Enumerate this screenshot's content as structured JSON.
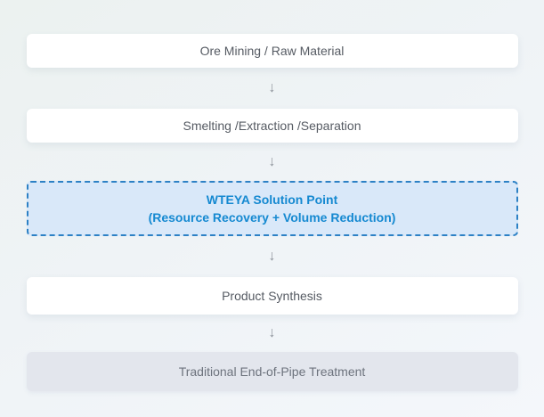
{
  "colors": {
    "accent-blue": "#1589d1",
    "highlight-fill": "#d9e8f9",
    "highlight-border": "#2d81c5",
    "box-text": "#565b63",
    "muted-text": "#6d737d",
    "arrow-gray": "#8d939b",
    "gray-fill": "#e3e6ed"
  },
  "flow": {
    "arrow_glyph": "↓",
    "steps": [
      {
        "label": "Ore Mining / Raw Material"
      },
      {
        "label": "Smelting /Extraction /Separation"
      },
      {
        "title": "WTEYA Solution Point",
        "subtitle": "(Resource Recovery + Volume Reduction)"
      },
      {
        "label": "Product Synthesis"
      },
      {
        "label": "Traditional End-of-Pipe Treatment"
      }
    ]
  }
}
